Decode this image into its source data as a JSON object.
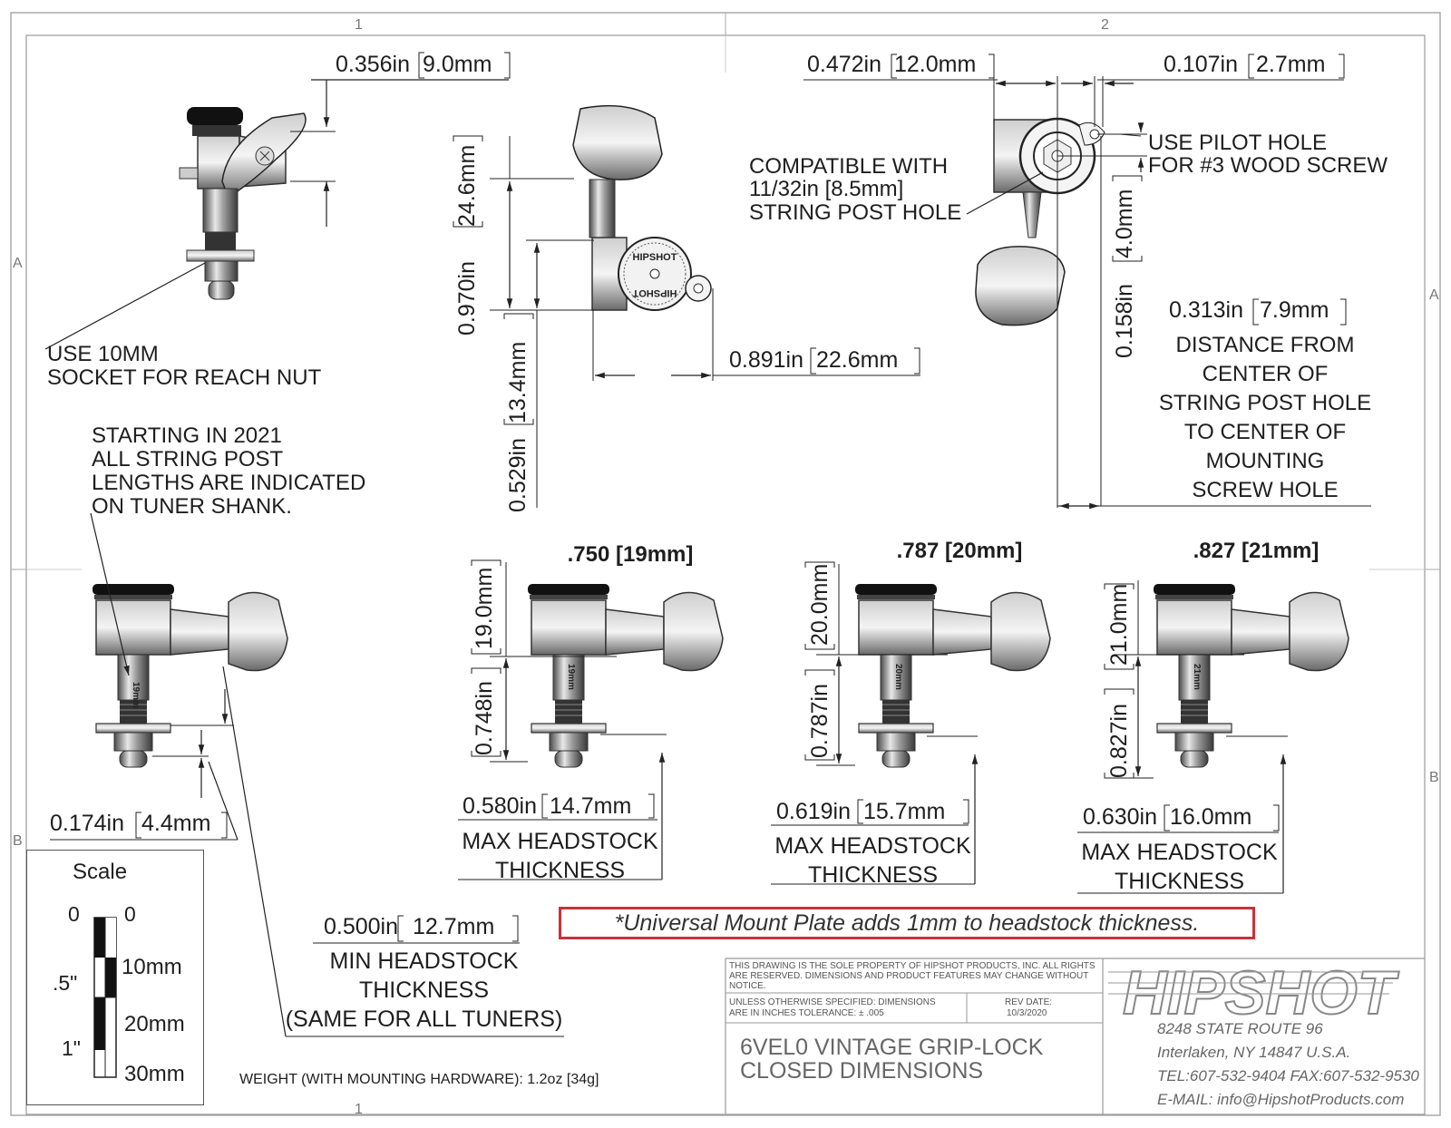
{
  "zones": {
    "top": [
      "1",
      "2"
    ],
    "side": [
      "A",
      "B"
    ]
  },
  "dimensions": {
    "top_left_width": {
      "in": "0.356in",
      "mm": "9.0mm"
    },
    "height_upper": {
      "in": "0.970in",
      "mm": "24.6mm"
    },
    "height_lower": {
      "in": "0.529in",
      "mm": "13.4mm"
    },
    "side_width": {
      "in": "0.891in",
      "mm": "22.6mm"
    },
    "top_width": {
      "in": "0.472in",
      "mm": "12.0mm"
    },
    "pilot_offset": {
      "in": "0.107in",
      "mm": "2.7mm"
    },
    "pilot_height": {
      "in": "0.158in",
      "mm": "4.0mm"
    },
    "center_distance": {
      "in": "0.313in",
      "mm": "7.9mm"
    },
    "plate_thickness": {
      "in": "0.174in",
      "mm": "4.4mm"
    },
    "min_headstock": {
      "in": "0.500in",
      "mm": "12.7mm"
    }
  },
  "notes": {
    "compatible": [
      "COMPATIBLE WITH",
      "11/32in [8.5mm]",
      "STRING POST HOLE"
    ],
    "pilot_hole": [
      "USE PILOT HOLE",
      "FOR #3 WOOD SCREW"
    ],
    "distance": [
      "DISTANCE FROM",
      "CENTER OF",
      "STRING POST HOLE",
      "TO CENTER OF",
      "MOUNTING",
      "SCREW HOLE"
    ],
    "socket": [
      "USE 10MM",
      "SOCKET FOR REACH NUT"
    ],
    "starting_2021": [
      "STARTING IN 2021",
      "ALL STRING POST",
      "LENGTHS ARE INDICATED",
      "ON TUNER SHANK."
    ],
    "min_headstock": [
      "MIN HEADSTOCK",
      "THICKNESS",
      "(SAME FOR ALL TUNERS)"
    ],
    "weight": "WEIGHT (WITH MOUNTING HARDWARE): 1.2oz [34g]",
    "plate": "*Universal Mount Plate adds 1mm to headstock thickness."
  },
  "variants": [
    {
      "title": ".750 [19mm]",
      "post_in": "0.748in",
      "post_mm": "19.0mm",
      "max_in": "0.580in",
      "max_mm": "14.7mm",
      "label": [
        "MAX HEADSTOCK",
        "THICKNESS"
      ],
      "shank": "19mm"
    },
    {
      "title": ".787 [20mm]",
      "post_in": "0.787in",
      "post_mm": "20.0mm",
      "max_in": "0.619in",
      "max_mm": "15.7mm",
      "label": [
        "MAX HEADSTOCK",
        "THICKNESS"
      ],
      "shank": "20mm"
    },
    {
      "title": ".827 [21mm]",
      "post_in": "0.827in",
      "post_mm": "21.0mm",
      "max_in": "0.630in",
      "max_mm": "16.0mm",
      "label": [
        "MAX HEADSTOCK",
        "THICKNESS"
      ],
      "shank": "21mm"
    }
  ],
  "shank_left": "19mm",
  "scale": {
    "title": "Scale",
    "inch": [
      "0",
      ".5\"",
      "1\""
    ],
    "mm": [
      "0",
      "10mm",
      "20mm",
      "30mm"
    ]
  },
  "title_block": {
    "property": [
      "THIS DRAWING IS THE SOLE PROPERTY OF HIPSHOT PRODUCTS, INC. ALL RIGHTS",
      "ARE RESERVED. DIMENSIONS AND PRODUCT FEATURES MAY CHANGE WITHOUT",
      "NOTICE."
    ],
    "tolerance": [
      "UNLESS OTHERWISE SPECIFIED: DIMENSIONS",
      "ARE IN INCHES TOLERANCE:  ± .005"
    ],
    "rev_label": "REV DATE:",
    "rev_date": "10/3/2020",
    "title": [
      "6VEL0 VINTAGE GRIP-LOCK",
      "CLOSED DIMENSIONS"
    ],
    "logo": "HIPSHOT",
    "address": [
      "8248 STATE ROUTE 96",
      "Interlaken, NY 14847 U.S.A.",
      "TEL:607-532-9404 FAX:607-532-9530",
      "E-MAIL: info@HipshotProducts.com"
    ]
  },
  "tuner_logo": "HIPSHOT"
}
